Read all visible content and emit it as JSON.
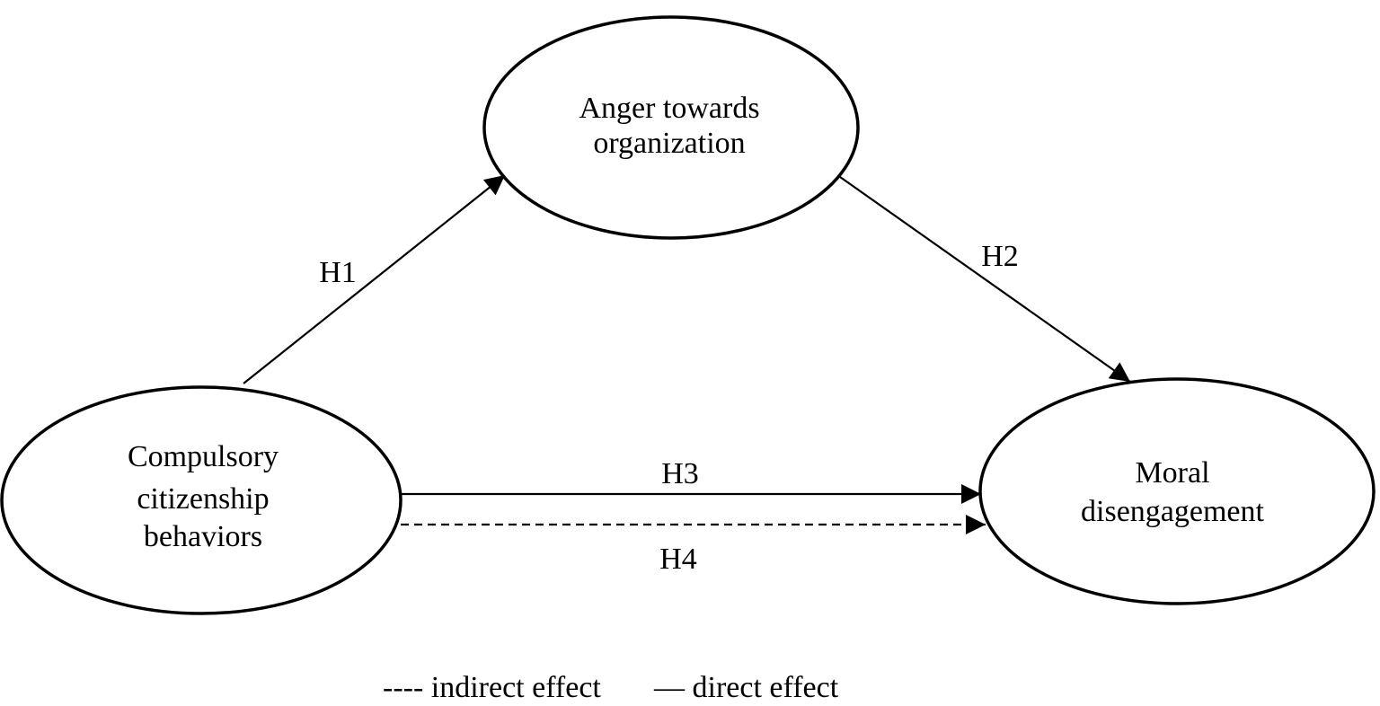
{
  "nodes": {
    "anger": {
      "lines": [
        "Anger towards",
        "organization"
      ]
    },
    "ccb": {
      "lines": [
        "Compulsory",
        "citizenship",
        "behaviors"
      ]
    },
    "moral": {
      "lines": [
        "Moral",
        "disengagement"
      ]
    }
  },
  "edges": {
    "h1": {
      "label": "H1",
      "from": "Compulsory citizenship behaviors",
      "to": "Anger towards organization",
      "style": "solid"
    },
    "h2": {
      "label": "H2",
      "from": "Anger towards organization",
      "to": "Moral disengagement",
      "style": "solid"
    },
    "h3": {
      "label": "H3",
      "from": "Compulsory citizenship behaviors",
      "to": "Moral disengagement",
      "style": "solid"
    },
    "h4": {
      "label": "H4",
      "from": "Compulsory citizenship behaviors",
      "to": "Moral disengagement",
      "style": "dashed"
    }
  },
  "legend": {
    "indirect": "---- indirect effect",
    "direct": "— direct effect"
  },
  "colors": {
    "stroke": "#000000",
    "background": "#ffffff"
  }
}
